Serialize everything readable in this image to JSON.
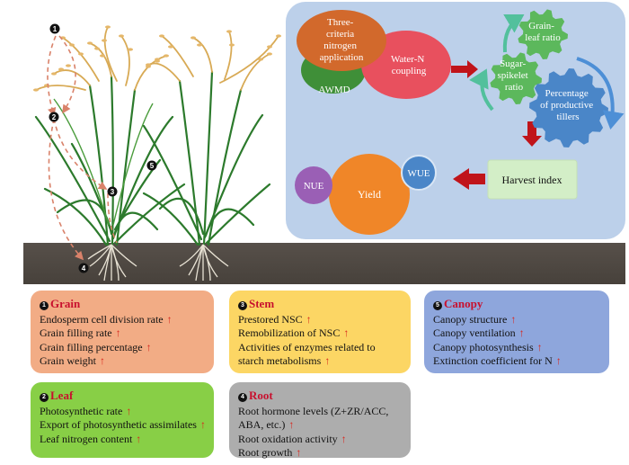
{
  "flow": {
    "criteria": "Three-criteria nitrogen application",
    "awmd": "AWMD",
    "coupling": "Water-N coupling",
    "grain_leaf": "Grain-leaf ratio",
    "sugar_spikelet": "Sugar-spikelet ratio",
    "productive_tillers": "Percentage of productive tillers",
    "harvest_index": "Harvest index",
    "yield": "Yield",
    "nue": "NUE",
    "wue": "WUE"
  },
  "markers": [
    "❶",
    "❷",
    "❸",
    "❹",
    "❺"
  ],
  "panels": {
    "grain": {
      "title": "Grain",
      "items": [
        "Endosperm cell division rate",
        "Grain filling rate",
        "Grain filling percentage",
        "Grain weight"
      ]
    },
    "leaf": {
      "title": "Leaf",
      "items": [
        "Photosynthetic rate",
        "Export of photosynthetic assimilates",
        "Leaf nitrogen content"
      ]
    },
    "stem": {
      "title": "Stem",
      "items": [
        "Prestored NSC",
        "Remobilization of NSC",
        "Activities of enzymes related to starch metabolisms"
      ]
    },
    "root": {
      "title": "Root",
      "items": [
        "Root hormone levels (Z+ZR/ACC, ABA, etc.)",
        "Root oxidation activity",
        "Root growth"
      ]
    },
    "canopy": {
      "title": "Canopy",
      "items": [
        "Canopy structure",
        "Canopy ventilation",
        "Canopy photosynthesis",
        "Extinction coefficient for N"
      ]
    }
  },
  "colors": {
    "grain_panel": "#f2ac85",
    "leaf_panel": "#88cf46",
    "stem_panel": "#fcd664",
    "root_panel": "#adadad",
    "canopy_panel": "#8ea6dc",
    "title_red": "#c8102e",
    "arrow_red": "#c0141a",
    "flow_bg": "#bcd0ea",
    "gear_green": "#5cb85c",
    "gear_blue": "#4a86c8"
  }
}
